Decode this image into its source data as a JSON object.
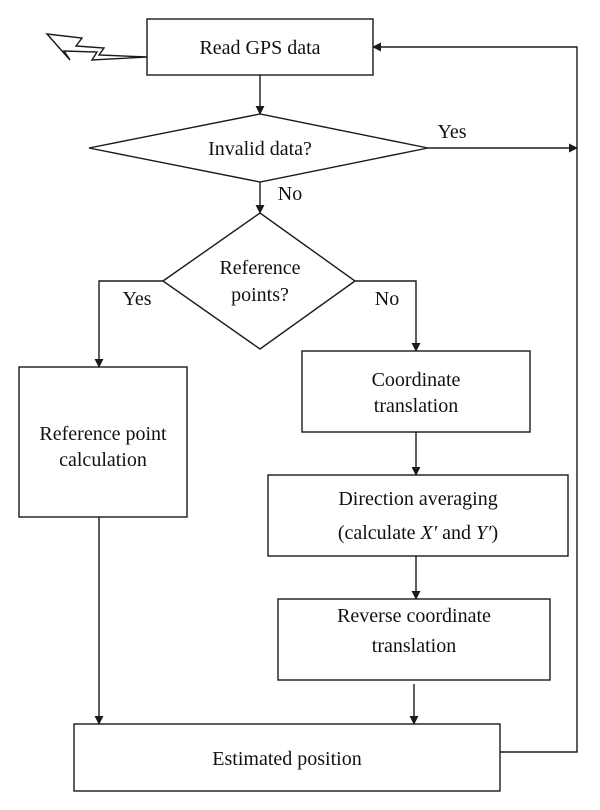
{
  "flowchart": {
    "nodes": {
      "read_gps": "Read GPS data",
      "invalid": "Invalid data?",
      "ref_points": [
        "Reference",
        "points?"
      ],
      "ref_calc": [
        "Reference point",
        "calculation"
      ],
      "coord_trans": [
        "Coordinate",
        "translation"
      ],
      "dir_avg": {
        "line1": "Direction averaging",
        "line2_prefix": "(calculate ",
        "x_var": "X′",
        "and": " and ",
        "y_var": "Y′",
        "line2_suffix": ")"
      },
      "rev_trans": [
        "Reverse coordinate",
        "translation"
      ],
      "est_pos": "Estimated position"
    },
    "edge_labels": {
      "invalid_yes": "Yes",
      "invalid_no": "No",
      "ref_yes": "Yes",
      "ref_no": "No"
    },
    "signal_icon": "lightning-bolt-icon"
  }
}
